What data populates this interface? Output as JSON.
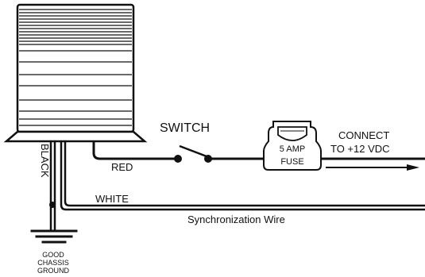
{
  "labels": {
    "switch": "SWITCH",
    "connect_line1": "CONNECT",
    "connect_line2": "TO +12 VDC",
    "fuse_line1": "5 AMP",
    "fuse_line2": "FUSE",
    "red": "RED",
    "white": "WHITE",
    "black": "BLACK",
    "sync": "Synchronization Wire",
    "ground_line1": "GOOD",
    "ground_line2": "CHASSIS",
    "ground_line3": "GROUND"
  },
  "colors": {
    "ink": "#111111",
    "background": "#ffffff"
  }
}
